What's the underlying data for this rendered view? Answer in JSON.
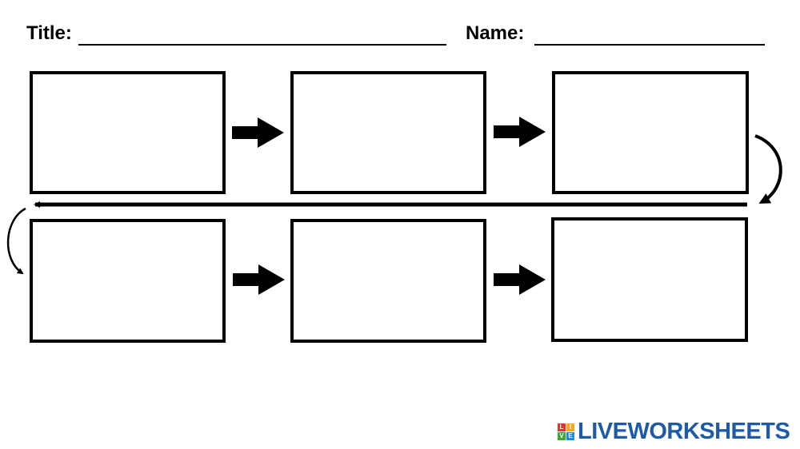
{
  "header": {
    "title_label": "Title:",
    "name_label": "Name:"
  },
  "storyboard": {
    "panel_count": 6,
    "panels": [
      "",
      "",
      "",
      "",
      "",
      ""
    ]
  },
  "branding": {
    "logo_text": "LIVEWORKSHEETS",
    "badge_letters": [
      "L",
      "I",
      "V",
      "E"
    ],
    "badge_colors": [
      "#e6332a",
      "#f5a623",
      "#3fa535",
      "#1e88e5"
    ],
    "text_color": "#1e5aa8"
  },
  "colors": {
    "ink": "#000000",
    "background": "#ffffff"
  }
}
